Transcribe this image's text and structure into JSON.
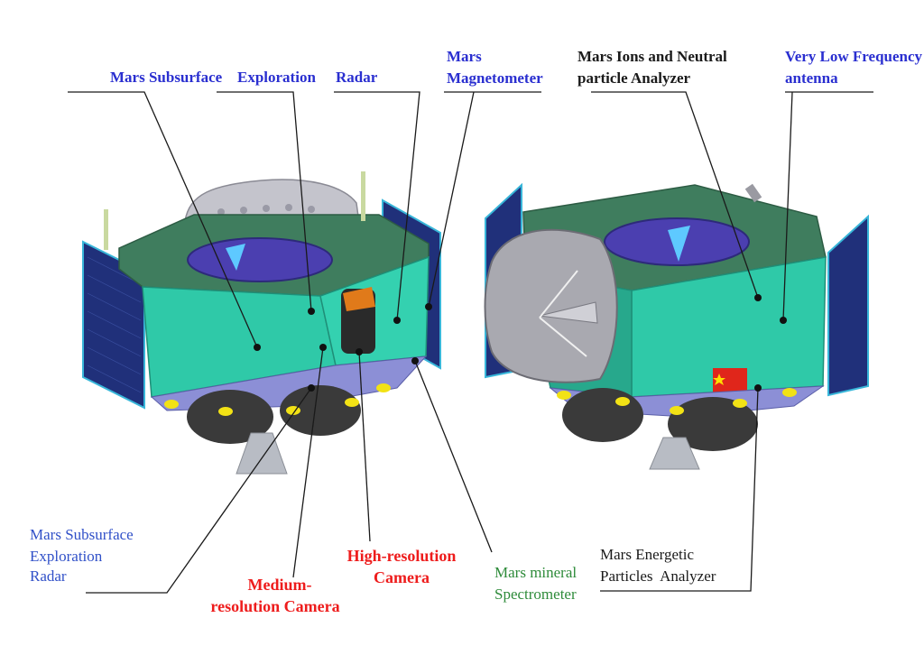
{
  "labels": {
    "subsurface_radar_top_1": "Mars Subsurface",
    "subsurface_radar_top_2": "Exploration",
    "subsurface_radar_top_3": "Radar",
    "magnetometer_1": "Mars",
    "magnetometer_2": "Magnetometer",
    "ions_1": "Mars Ions and Neutral",
    "ions_2": "particle Analyzer",
    "vlf_1": "Very Low Frequency",
    "vlf_2": "antenna",
    "subsurface_radar_bottom_1": "Mars Subsurface",
    "subsurface_radar_bottom_2": "Exploration",
    "subsurface_radar_bottom_3": "Radar",
    "medium_camera_1": "Medium-",
    "medium_camera_2": "resolution Camera",
    "high_camera_1": "High-resolution",
    "high_camera_2": "Camera",
    "mineral_1": "Mars mineral",
    "mineral_2": "Spectrometer",
    "energetic_1": "Mars Energetic",
    "energetic_2": "Particles  Analyzer"
  },
  "colors": {
    "deck": "#3f7d5e",
    "panel": "#2fc9a8",
    "solar": "#20307a",
    "thermal": "#c0c0c8",
    "label_blue": "#2a2fd0",
    "label_red": "#ee1c1c",
    "label_green": "#2e8b3a",
    "flag": "#e0261b"
  }
}
